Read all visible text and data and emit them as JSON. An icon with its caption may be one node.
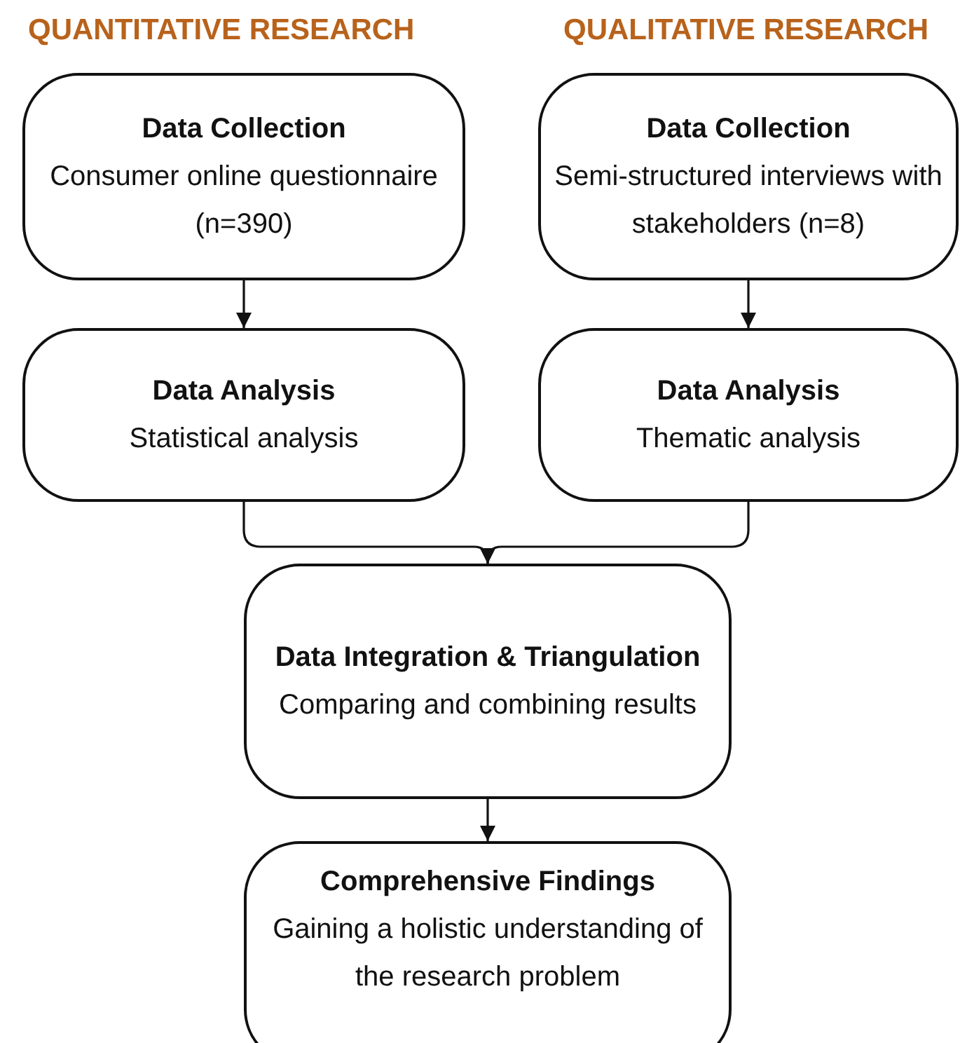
{
  "diagram": {
    "nodes": [
      {
        "text": [
          "Data Collection",
          "Consumer online questionnaire (n=390)"
        ]
      },
      {
        "text": [
          "Data Collection",
          "Semi-structured interviews with stakeholders (n=8)"
        ]
      },
      {
        "text": [
          "Data Analysis",
          "Statistical analysis"
        ]
      },
      {
        "text": [
          "Data Analysis",
          "Thematic analysis"
        ]
      },
      {
        "text": [
          "Data Integration & Triangulation",
          "Comparing and combining results"
        ]
      },
      {
        "text": [
          "Comprehensive Findings",
          "Gaining a holistic understanding of the research problem"
        ]
      }
    ],
    "edges": [
      {
        "from": 0,
        "to": 2,
        "arrow": "to"
      },
      {
        "from": 1,
        "to": 3,
        "arrow": "to"
      },
      {
        "from": 2,
        "to": 4,
        "arrow": "to"
      },
      {
        "from": 3,
        "to": 4,
        "arrow": "to"
      },
      {
        "from": 4,
        "to": 5,
        "arrow": "to"
      }
    ],
    "labels": [
      "QUANTITATIVE RESEARCH",
      "QUALITATIVE RESEARCH"
    ]
  }
}
